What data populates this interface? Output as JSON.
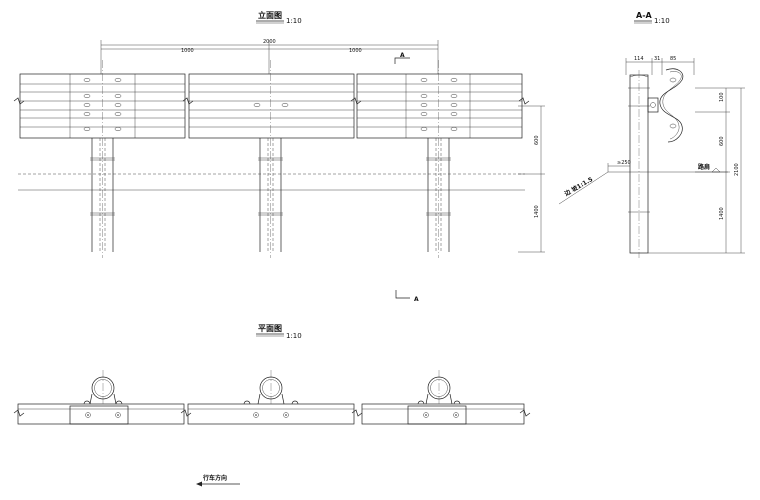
{
  "elevation": {
    "title": "立面图",
    "scale": "1:10",
    "dim_total": "2000",
    "dim_left": "1000",
    "dim_right": "1000",
    "dim_above_ground": "600",
    "dim_embed": "1400",
    "section_mark_top": "A",
    "section_mark_bottom": "A"
  },
  "section": {
    "title": "A-A",
    "scale": "1:10",
    "dim_top_1": "114",
    "dim_top_2": "31",
    "dim_top_3": "85",
    "dim_right_1": "100",
    "dim_right_2": "600",
    "dim_right_3": "1400",
    "dim_total": "2100",
    "dim_offset": "≥250",
    "slope_label": "边 坡1:1.5",
    "shoulder_label": "路肩"
  },
  "plan": {
    "title": "平面图",
    "scale": "1:10",
    "direction_label": "行车方向"
  }
}
